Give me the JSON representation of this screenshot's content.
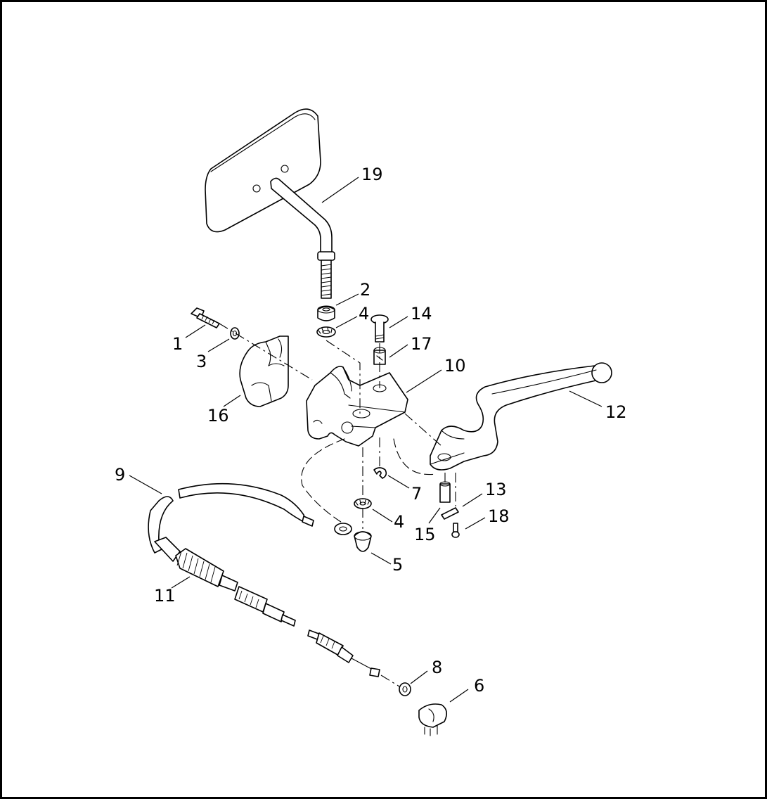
{
  "callouts": [
    {
      "key": "c19",
      "label": "19"
    },
    {
      "key": "c2",
      "label": "2"
    },
    {
      "key": "c4a",
      "label": "4"
    },
    {
      "key": "c14",
      "label": "14"
    },
    {
      "key": "c1",
      "label": "1"
    },
    {
      "key": "c17",
      "label": "17"
    },
    {
      "key": "c3",
      "label": "3"
    },
    {
      "key": "c10",
      "label": "10"
    },
    {
      "key": "c12",
      "label": "12"
    },
    {
      "key": "c16",
      "label": "16"
    },
    {
      "key": "c9",
      "label": "9"
    },
    {
      "key": "c13",
      "label": "13"
    },
    {
      "key": "c7",
      "label": "7"
    },
    {
      "key": "c18",
      "label": "18"
    },
    {
      "key": "c4b",
      "label": "4"
    },
    {
      "key": "c15",
      "label": "15"
    },
    {
      "key": "c5",
      "label": "5"
    },
    {
      "key": "c11",
      "label": "11"
    },
    {
      "key": "c8",
      "label": "8"
    },
    {
      "key": "c6",
      "label": "6"
    }
  ]
}
